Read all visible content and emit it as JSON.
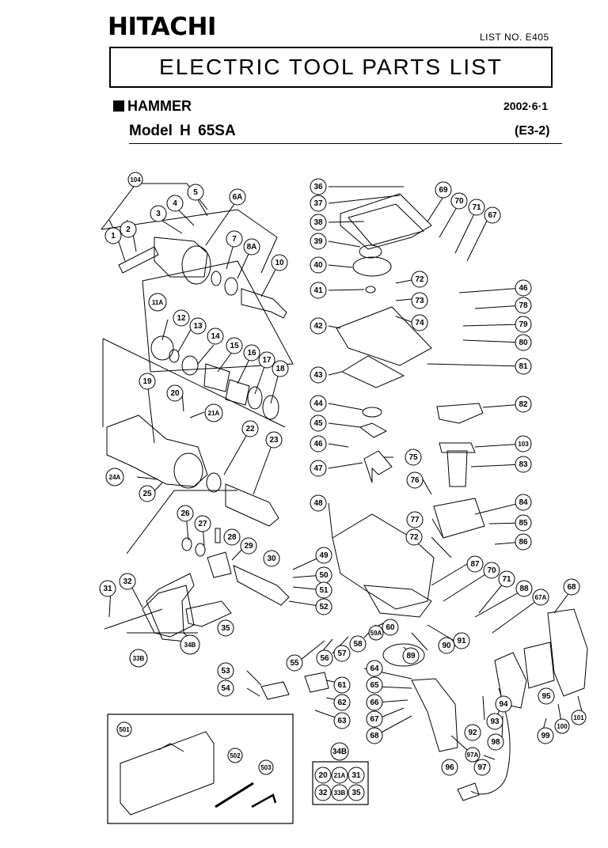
{
  "header": {
    "brand": "HITACHI",
    "list_no": "LIST NO. E405",
    "title": "ELECTRIC TOOL PARTS LIST",
    "category": "HAMMER",
    "date": "2002·6·1",
    "model": "Model H 65SA",
    "code": "(E3-2)"
  },
  "parts": {
    "p104": "104",
    "p5": "5",
    "p4": "4",
    "p3": "3",
    "p2": "2",
    "p1": "1",
    "p6A": "6A",
    "p7": "7",
    "p8A": "8A",
    "p10": "10",
    "p11A": "11A",
    "p12": "12",
    "p13": "13",
    "p14": "14",
    "p15": "15",
    "p16": "16",
    "p17": "17",
    "p18": "18",
    "p19": "19",
    "p20": "20",
    "p21A": "21A",
    "p22": "22",
    "p23": "23",
    "p24A": "24A",
    "p25": "25",
    "p26": "26",
    "p27": "27",
    "p28": "28",
    "p29": "29",
    "p30": "30",
    "p31": "31",
    "p32": "32",
    "p33B": "33B",
    "p34B": "34B",
    "p35": "35",
    "p36": "36",
    "p37": "37",
    "p38": "38",
    "p39": "39",
    "p40": "40",
    "p41": "41",
    "p42": "42",
    "p43": "43",
    "p44": "44",
    "p45": "45",
    "p46a": "46",
    "p47": "47",
    "p48": "48",
    "p49": "49",
    "p50": "50",
    "p51": "51",
    "p52": "52",
    "p53": "53",
    "p54": "54",
    "p55": "55",
    "p56": "56",
    "p57": "57",
    "p58": "58",
    "p59A": "59A",
    "p60": "60",
    "p61": "61",
    "p62": "62",
    "p63": "63",
    "p64": "64",
    "p65": "65",
    "p66": "66",
    "p67a": "67",
    "p68a": "68",
    "p69": "69",
    "p70a": "70",
    "p71a": "71",
    "p67b": "67",
    "p72a": "72",
    "p73": "73",
    "p74": "74",
    "p46b": "46",
    "p78": "78",
    "p79": "79",
    "p80": "80",
    "p81": "81",
    "p82": "82",
    "p103": "103",
    "p83": "83",
    "p84": "84",
    "p85": "85",
    "p86": "86",
    "p75": "75",
    "p76": "76",
    "p77": "77",
    "p72b": "72",
    "p87": "87",
    "p70b": "70",
    "p71b": "71",
    "p88": "88",
    "p67A": "67A",
    "p68b": "68",
    "p89": "89",
    "p90": "90",
    "p91": "91",
    "p92": "92",
    "p93": "93",
    "p94": "94",
    "p95": "95",
    "p96": "96",
    "p97A": "97A",
    "p97": "97",
    "p98": "98",
    "p99": "99",
    "p100": "100",
    "p101": "101",
    "p501": "501",
    "p502": "502",
    "p503": "503"
  },
  "set_box": {
    "title": "34B",
    "items": [
      "20",
      "21A",
      "31",
      "32",
      "33B",
      "35"
    ]
  }
}
